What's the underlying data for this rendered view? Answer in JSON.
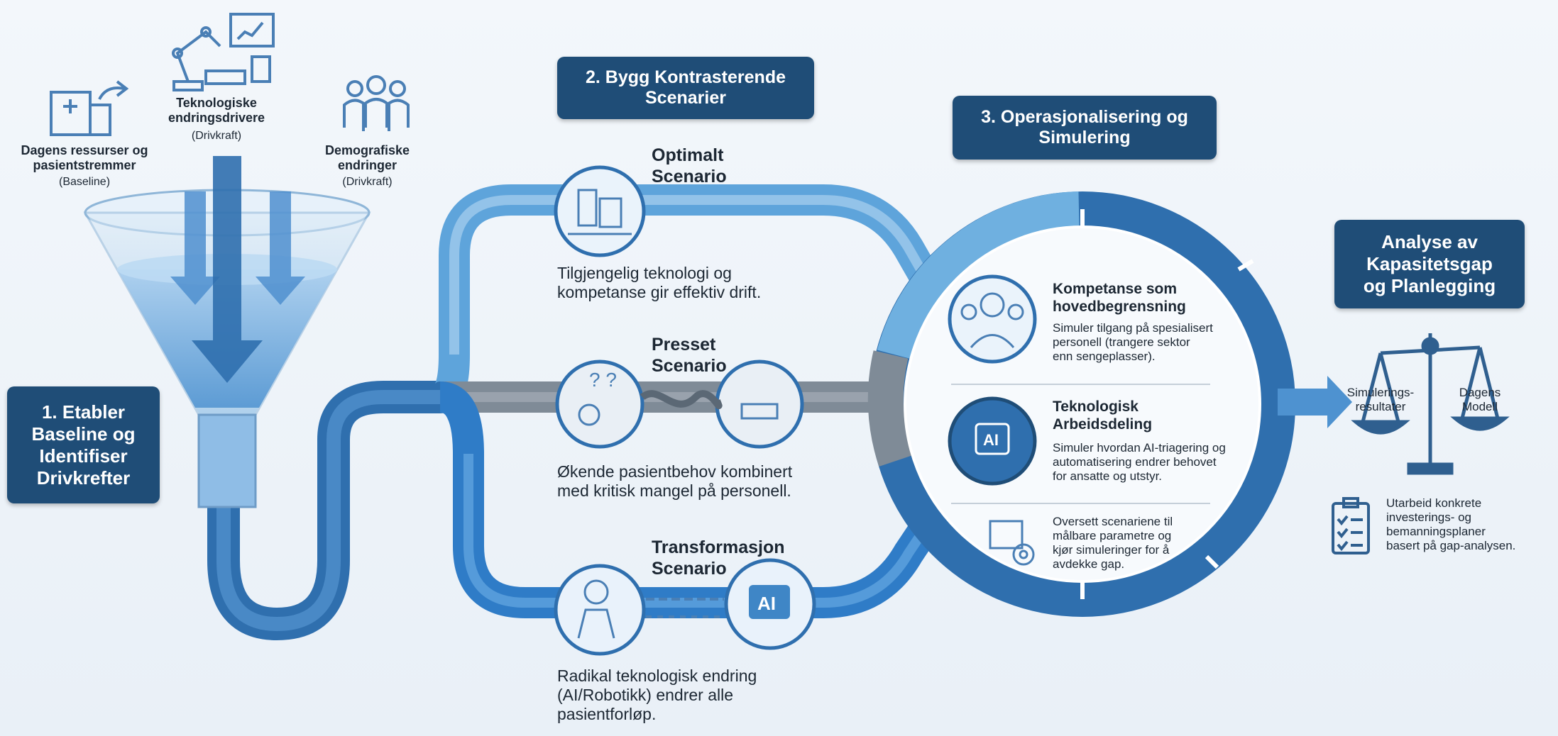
{
  "inputs": {
    "resources": {
      "title": "Dagens ressurser og pasientstremmer",
      "sub": "(Baseline)"
    },
    "technology": {
      "title": "Teknologiske endringsdrivere",
      "sub": "(Drivkraft)"
    },
    "demography": {
      "title": "Demografiske endringer",
      "sub": "(Drivkraft)"
    }
  },
  "step1": {
    "line1": "1. Etabler",
    "line2": "Baseline og",
    "line3": "Identifiser",
    "line4": "Drivkrefter"
  },
  "step2": {
    "line1": "2. Bygg Kontrasterende",
    "line2": "Scenarier"
  },
  "step3": {
    "line1": "3. Operasjonalisering og",
    "line2": "Simulering"
  },
  "scenarios": {
    "optimal": {
      "title1": "Optimalt",
      "title2": "Scenario",
      "desc1": "Tilgjengelig teknologi og",
      "desc2": "kompetanse gir effektiv drift."
    },
    "pressed": {
      "title1": "Presset",
      "title2": "Scenario",
      "desc1": "Økende pasientbehov kombinert",
      "desc2": "med kritisk mangel på personell."
    },
    "transform": {
      "title1": "Transformasjon",
      "title2": "Scenario",
      "desc1": "Radikal teknologisk endring",
      "desc2": "(AI/Robotikk) endrer alle",
      "desc3": "pasientforløp."
    }
  },
  "simulation": {
    "competence": {
      "title1": "Kompetanse som",
      "title2": "hovedbegrensning",
      "desc1": "Simuler tilgang på spesialisert",
      "desc2": "personell (trangere sektor",
      "desc3": "enn sengeplasser)."
    },
    "tech": {
      "title1": "Teknologisk",
      "title2": "Arbeidsdeling",
      "desc1": "Simuler hvordan AI-triagering og",
      "desc2": "automatisering endrer behovet",
      "desc3": "for ansatte og utstyr."
    },
    "translate": {
      "desc1": "Oversett scenariene til",
      "desc2": "målbare parametre og",
      "desc3": "kjør simuleringer for å",
      "desc4": "avdekke gap."
    }
  },
  "analysis": {
    "title1": "Analyse av",
    "title2": "Kapasitetsgap",
    "title3": "og Planlegging",
    "left1": "Simulerings-",
    "left2": "resultater",
    "right1": "Dagens",
    "right2": "Modell",
    "plan1": "Utarbeid konkrete",
    "plan2": "investerings- og",
    "plan3": "bemanningsplaner",
    "plan4": "basert på gap-analysen."
  },
  "icons": {
    "hospital": "hospital-icon",
    "robot": "robot-arm-icon",
    "people": "people-icon",
    "funnel": "funnel-icon",
    "scale": "balance-scale-icon",
    "clipboard": "checklist-icon",
    "ai": "ai-chip-icon",
    "gear": "gear-icon"
  },
  "colors": {
    "dark_box": "#1f4d77",
    "pipe_light": "#6fb0e0",
    "pipe_mid": "#3f86c6",
    "pipe_dark": "#2a66a8",
    "pipe_gray": "#8c97a3"
  }
}
